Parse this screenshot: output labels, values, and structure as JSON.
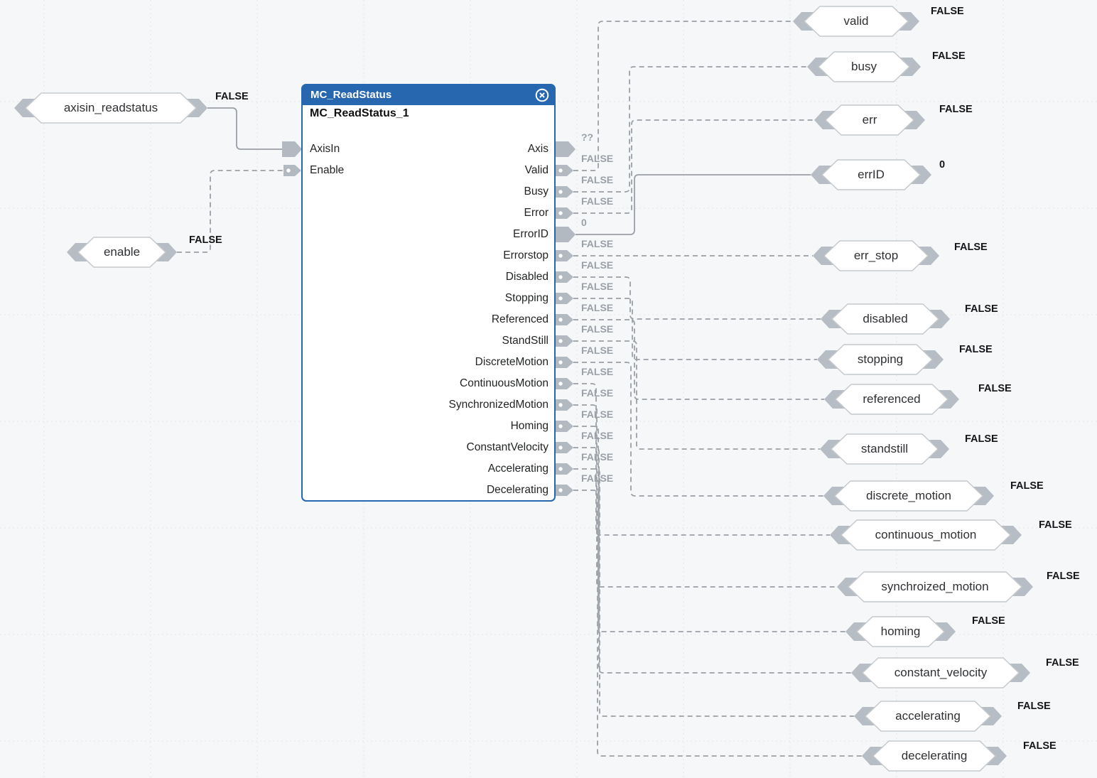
{
  "editor": {
    "background_color": "#f6f7f8",
    "grid_color": "#e3e5e8",
    "wire_color": "#9aa0a6",
    "pin_color": "#b3b9c0",
    "connector_color": "#b7bdc4",
    "tag_border_color": "#c6cacd",
    "header_color": "#2667b0"
  },
  "block": {
    "title": "MC_ReadStatus",
    "instance": "MC_ReadStatus_1",
    "close_icon": "circle-x",
    "inputs": [
      {
        "name": "AxisIn"
      },
      {
        "name": "Enable"
      }
    ],
    "outputs": [
      {
        "name": "Axis",
        "value": "??"
      },
      {
        "name": "Valid",
        "value": "FALSE"
      },
      {
        "name": "Busy",
        "value": "FALSE"
      },
      {
        "name": "Error",
        "value": "FALSE"
      },
      {
        "name": "ErrorID",
        "value": "0"
      },
      {
        "name": "Errorstop",
        "value": "FALSE"
      },
      {
        "name": "Disabled",
        "value": "FALSE"
      },
      {
        "name": "Stopping",
        "value": "FALSE"
      },
      {
        "name": "Referenced",
        "value": "FALSE"
      },
      {
        "name": "StandStill",
        "value": "FALSE"
      },
      {
        "name": "DiscreteMotion",
        "value": "FALSE"
      },
      {
        "name": "ContinuousMotion",
        "value": "FALSE"
      },
      {
        "name": "SynchronizedMotion",
        "value": "FALSE"
      },
      {
        "name": "Homing",
        "value": "FALSE"
      },
      {
        "name": "ConstantVelocity",
        "value": "FALSE"
      },
      {
        "name": "Accelerating",
        "value": "FALSE"
      },
      {
        "name": "Decelerating",
        "value": "FALSE"
      }
    ]
  },
  "input_tags": [
    {
      "label": "axisin_readstatus",
      "value": "FALSE"
    },
    {
      "label": "enable",
      "value": "FALSE"
    }
  ],
  "output_tags": [
    {
      "label": "valid",
      "value": "FALSE"
    },
    {
      "label": "busy",
      "value": "FALSE"
    },
    {
      "label": "err",
      "value": "FALSE"
    },
    {
      "label": "errID",
      "value": "0"
    },
    {
      "label": "err_stop",
      "value": "FALSE"
    },
    {
      "label": "disabled",
      "value": "FALSE"
    },
    {
      "label": "stopping",
      "value": "FALSE"
    },
    {
      "label": "referenced",
      "value": "FALSE"
    },
    {
      "label": "standstill",
      "value": "FALSE"
    },
    {
      "label": "discrete_motion",
      "value": "FALSE"
    },
    {
      "label": "continuous_motion",
      "value": "FALSE"
    },
    {
      "label": "synchroized_motion",
      "value": "FALSE"
    },
    {
      "label": "homing",
      "value": "FALSE"
    },
    {
      "label": "constant_velocity",
      "value": "FALSE"
    },
    {
      "label": "accelerating",
      "value": "FALSE"
    },
    {
      "label": "decelerating",
      "value": "FALSE"
    }
  ]
}
